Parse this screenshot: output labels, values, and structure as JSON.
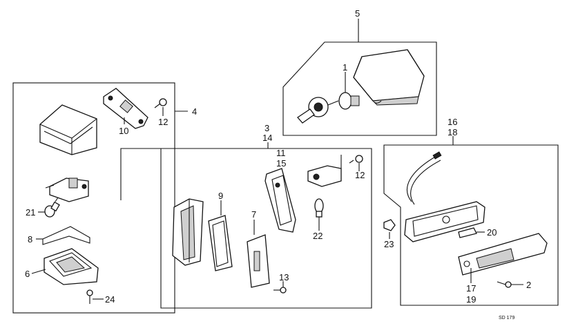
{
  "callouts": {
    "c1": "1",
    "c2": "2",
    "c3": "3",
    "c4": "4",
    "c5": "5",
    "c6": "6",
    "c7": "7",
    "c8": "8",
    "c9": "9",
    "c10": "10",
    "c11": "11",
    "c12a": "12",
    "c12b": "12",
    "c13": "13",
    "c14": "14",
    "c15": "15",
    "c16": "16",
    "c17": "17",
    "c18": "18",
    "c19": "19",
    "c20": "20",
    "c21": "21",
    "c22": "22",
    "c23": "23",
    "c24": "24"
  },
  "footer": {
    "code": "SD 179"
  }
}
